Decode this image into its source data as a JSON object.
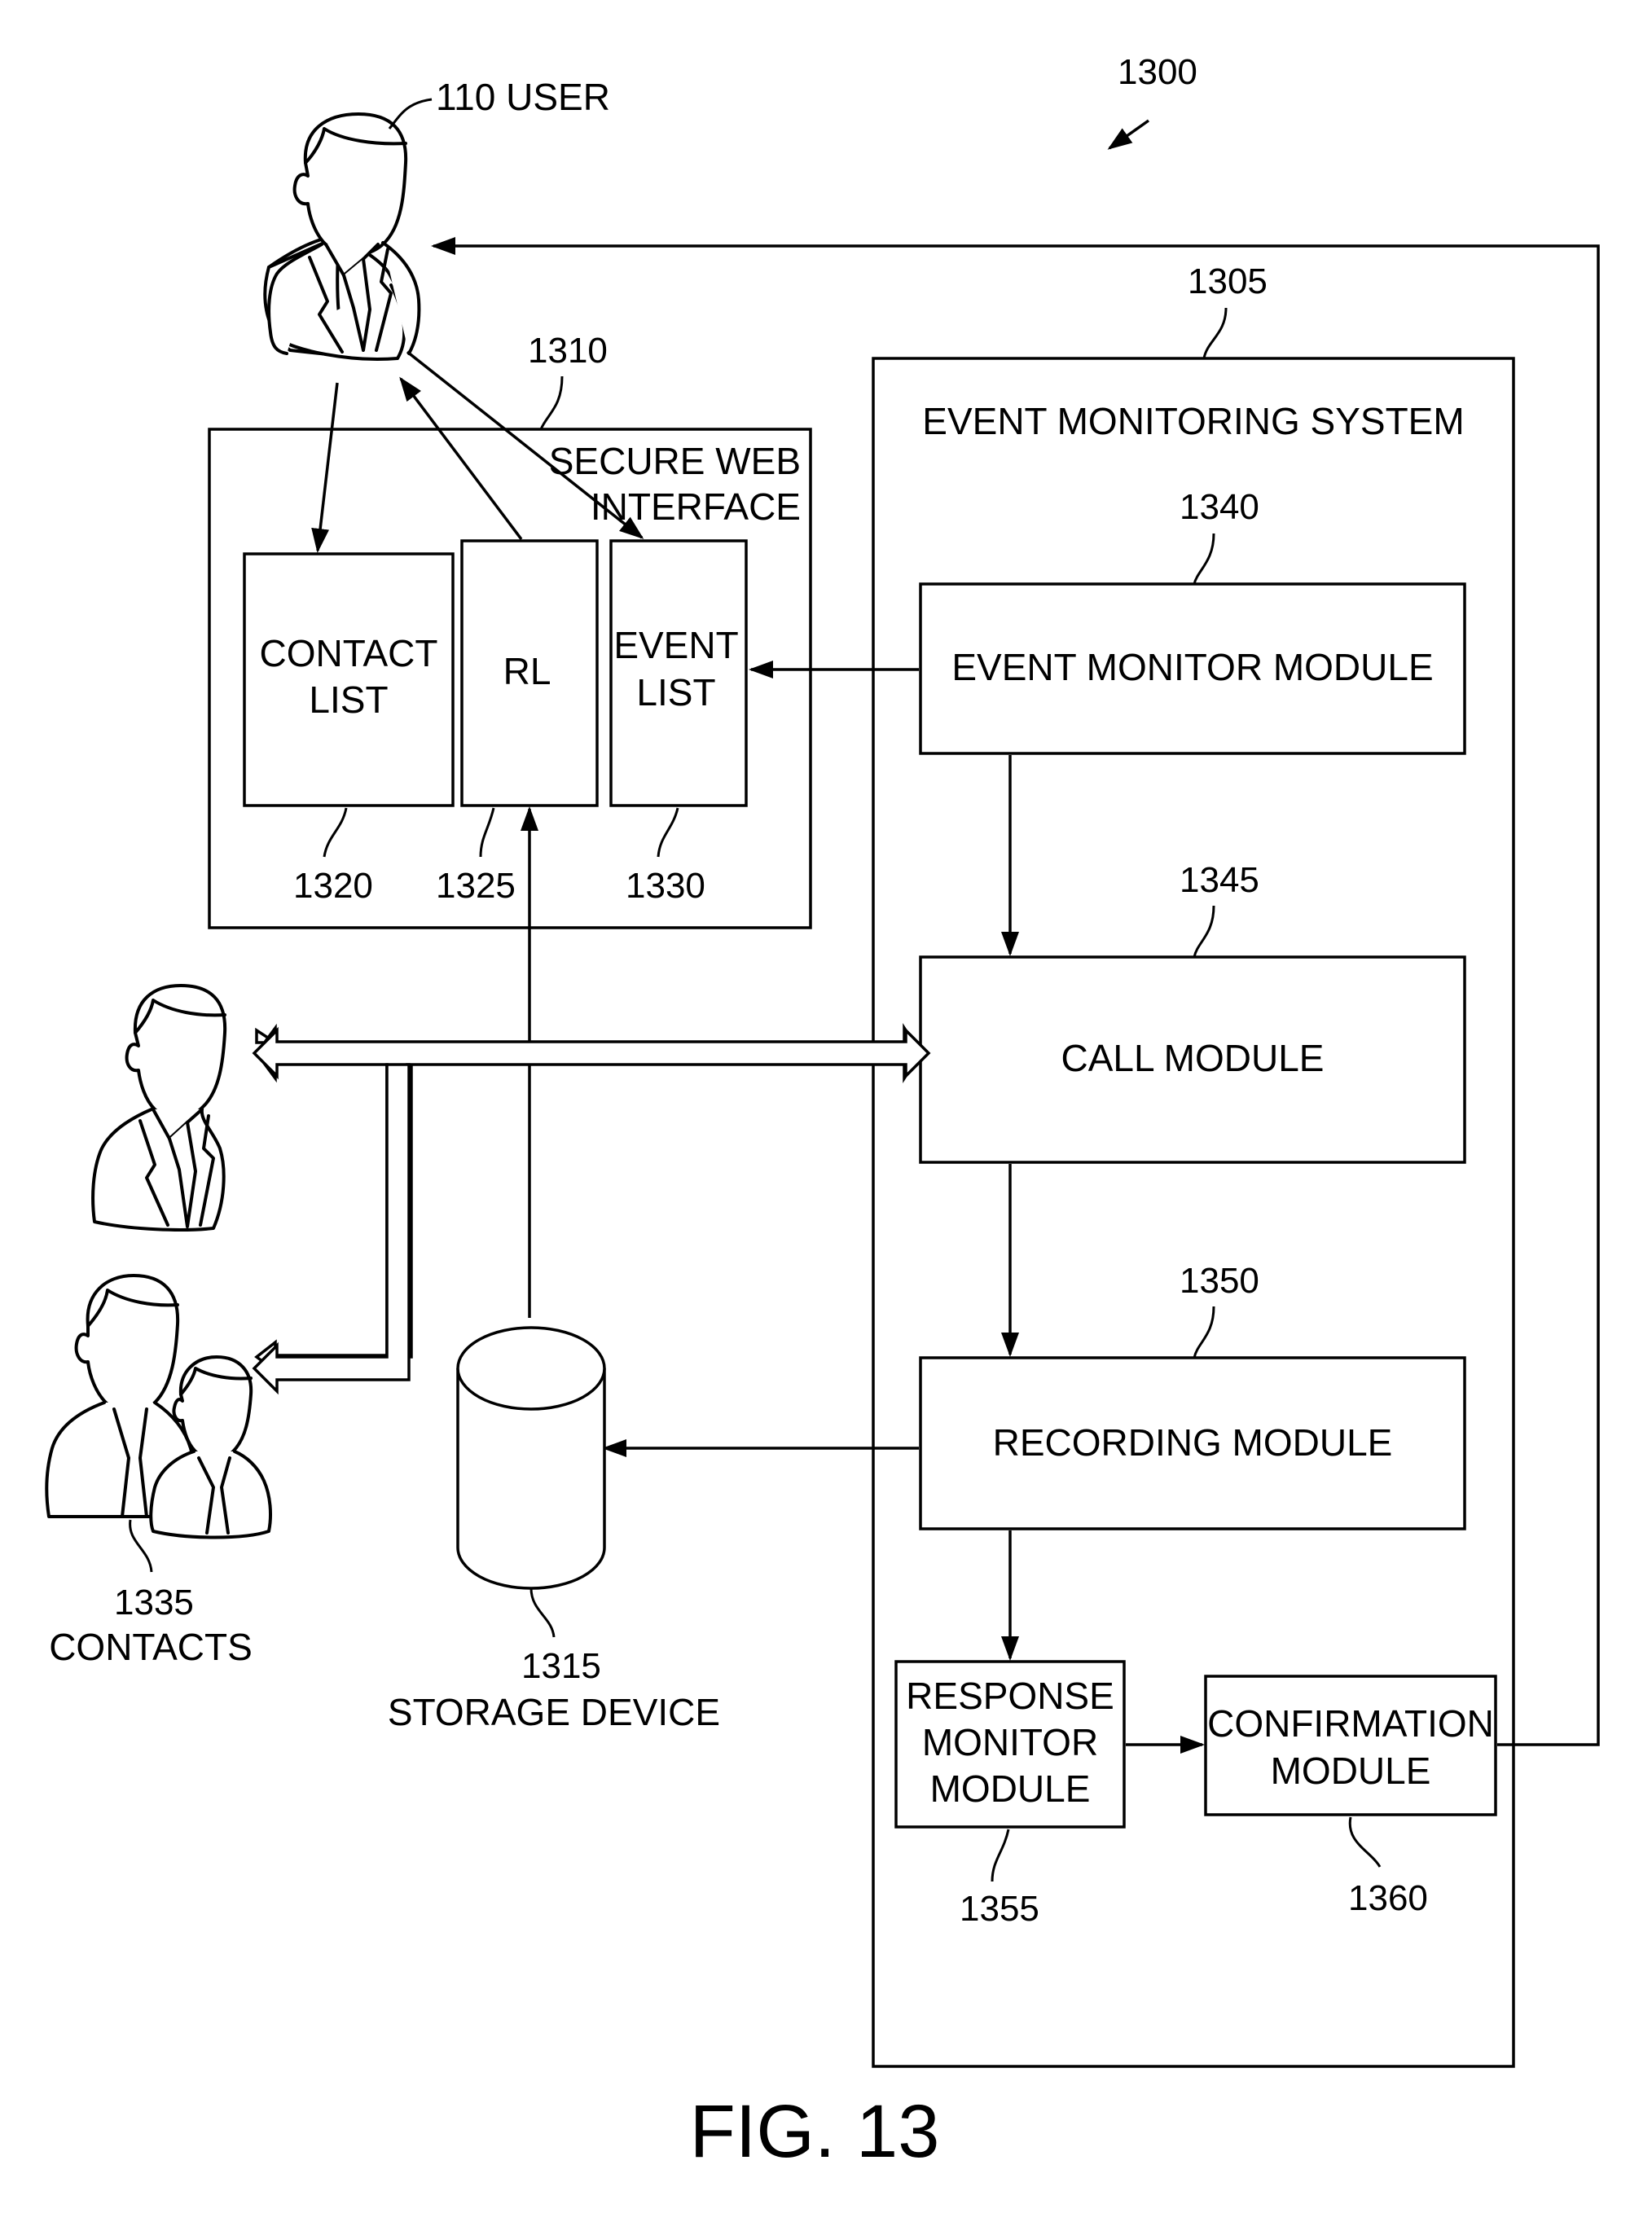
{
  "figure": {
    "number_ref": "1300",
    "caption": "FIG. 13"
  },
  "user": {
    "label": "110 USER"
  },
  "secure_web_interface": {
    "ref": "1310",
    "title_line1": "SECURE WEB",
    "title_line2": "INTERFACE",
    "contact_list": {
      "line1": "CONTACT",
      "line2": "LIST",
      "ref": "1320"
    },
    "rl": {
      "label": "RL",
      "ref": "1325"
    },
    "event_list": {
      "line1": "EVENT",
      "line2": "LIST",
      "ref": "1330"
    }
  },
  "event_monitoring_system": {
    "ref": "1305",
    "title": "EVENT MONITORING SYSTEM",
    "event_monitor_module": {
      "label": "EVENT MONITOR MODULE",
      "ref": "1340"
    },
    "call_module": {
      "label": "CALL MODULE",
      "ref": "1345"
    },
    "recording_module": {
      "label": "RECORDING MODULE",
      "ref": "1350"
    },
    "response_monitor_module": {
      "line1": "RESPONSE",
      "line2": "MONITOR",
      "line3": "MODULE",
      "ref": "1355"
    },
    "confirmation_module": {
      "line1": "CONFIRMATION",
      "line2": "MODULE",
      "ref": "1360"
    }
  },
  "contacts": {
    "ref": "1335",
    "label": "CONTACTS"
  },
  "storage_device": {
    "ref": "1315",
    "label": "STORAGE DEVICE"
  }
}
